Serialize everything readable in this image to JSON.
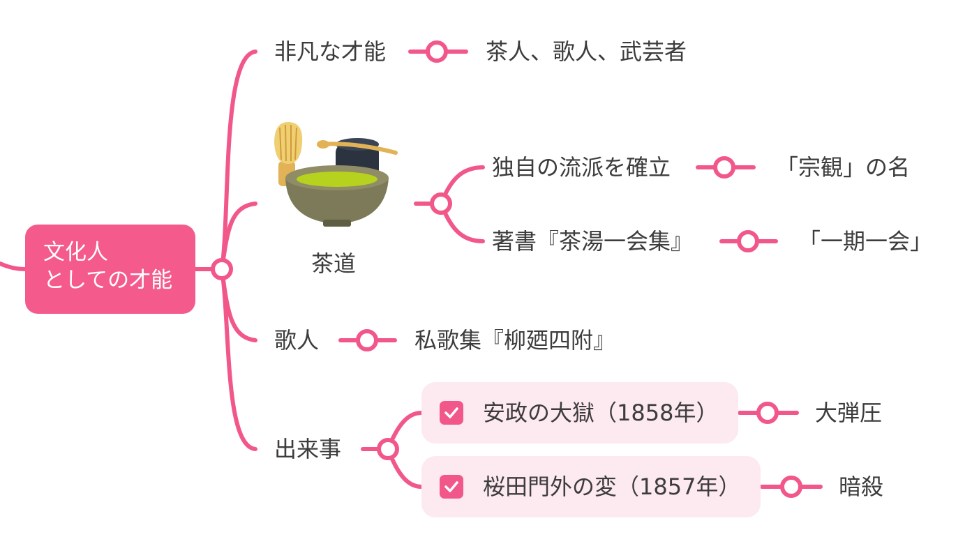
{
  "colors": {
    "accent": "#f2578a",
    "root_fill": "#f45b8c",
    "task_fill": "#fde9f0",
    "text": "#3c3c3c"
  },
  "root": {
    "line1": "文化人",
    "line2": "としての才能"
  },
  "branches": {
    "talent": {
      "label": "非凡な才能",
      "detail": "茶人、歌人、武芸者"
    },
    "tea": {
      "label": "茶道",
      "image_icon": "tea-ceremony-illustration",
      "children": [
        {
          "label": "独自の流派を確立",
          "detail": "「宗観」の名"
        },
        {
          "label": "著書『茶湯一会集』",
          "detail": "「一期一会」"
        }
      ]
    },
    "poet": {
      "label": "歌人",
      "detail": "私歌集『柳廼四附』"
    },
    "events": {
      "label": "出来事",
      "children": [
        {
          "label": "安政の大獄（1858年）",
          "detail": "大弾圧",
          "checked": true
        },
        {
          "label": "桜田門外の変（1857年）",
          "detail": "暗殺",
          "checked": true
        }
      ]
    }
  }
}
